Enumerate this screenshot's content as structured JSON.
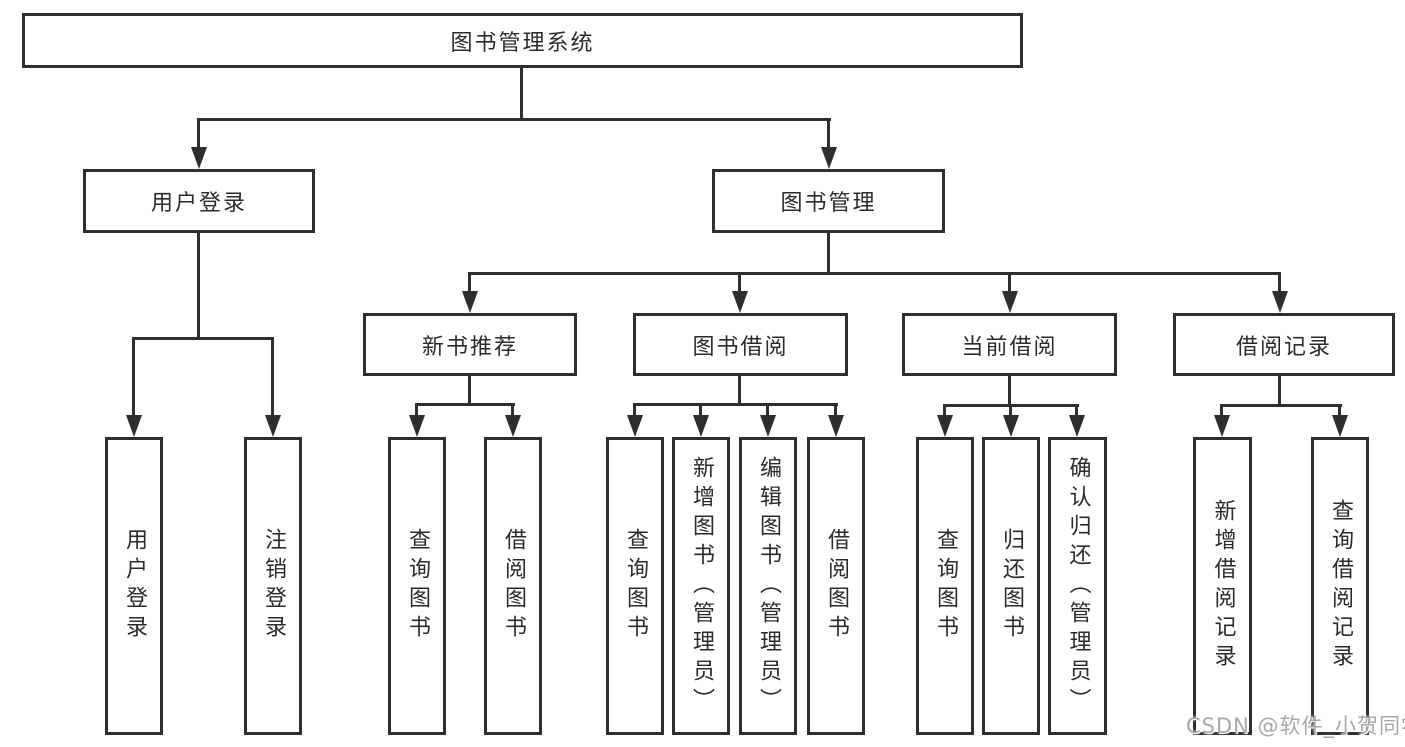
{
  "diagram": {
    "title": "图书管理系统",
    "branches": [
      {
        "label": "用户登录",
        "children": [
          {
            "label": "用户登录"
          },
          {
            "label": "注销登录"
          }
        ]
      },
      {
        "label": "图书管理",
        "children": [
          {
            "label": "新书推荐",
            "children": [
              {
                "label": "查询图书"
              },
              {
                "label": "借阅图书"
              }
            ]
          },
          {
            "label": "图书借阅",
            "children": [
              {
                "label": "查询图书"
              },
              {
                "label": "新增图书（管理员）"
              },
              {
                "label": "编辑图书（管理员）"
              },
              {
                "label": "借阅图书"
              }
            ]
          },
          {
            "label": "当前借阅",
            "children": [
              {
                "label": "查询图书"
              },
              {
                "label": "归还图书"
              },
              {
                "label": "确认归还（管理员）"
              }
            ]
          },
          {
            "label": "借阅记录",
            "children": [
              {
                "label": "新增借阅记录"
              },
              {
                "label": "查询借阅记录"
              }
            ]
          }
        ]
      }
    ]
  },
  "watermark": {
    "text": "CSDN @软件_小贺同学"
  },
  "colors": {
    "line": "#2e2e2e",
    "text": "#2b2b2b",
    "watermark": "#a8a8a8",
    "background": "#ffffff"
  }
}
